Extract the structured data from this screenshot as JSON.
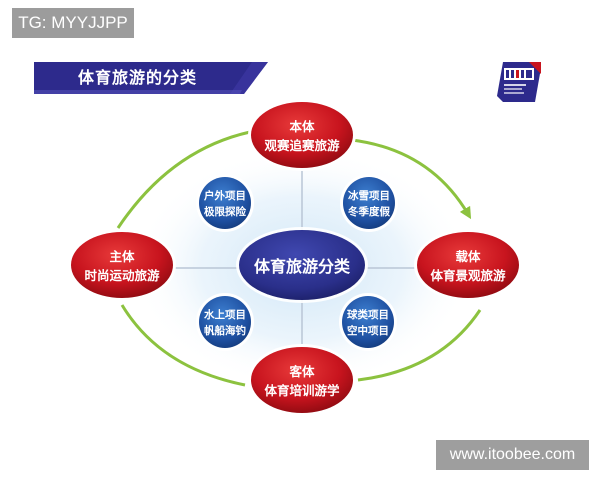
{
  "header": {
    "tag": "TG: MYYJJPP",
    "title": "体育旅游的分类",
    "watermark": "www.itoobee.com"
  },
  "diagram": {
    "center": "体育旅游分类",
    "outer_nodes": [
      {
        "line1": "本体",
        "line2": "观赛追赛旅游"
      },
      {
        "line1": "载体",
        "line2": "体育景观旅游"
      },
      {
        "line1": "客体",
        "line2": "体育培训游学"
      },
      {
        "line1": "主体",
        "line2": "时尚运动旅游"
      }
    ],
    "inner_nodes": [
      {
        "line1": "户外项目",
        "line2": "极限探险"
      },
      {
        "line1": "冰雪项目",
        "line2": "冬季度假"
      },
      {
        "line1": "球类项目",
        "line2": "空中项目"
      },
      {
        "line1": "水上项目",
        "line2": "帆船海钓"
      }
    ]
  },
  "colors": {
    "banner": "#2d2a8c",
    "red_node": "#c8141e",
    "blue_node": "#1e4fa0",
    "center_node": "#2a2f8a",
    "arrow": "#8cc23f"
  }
}
